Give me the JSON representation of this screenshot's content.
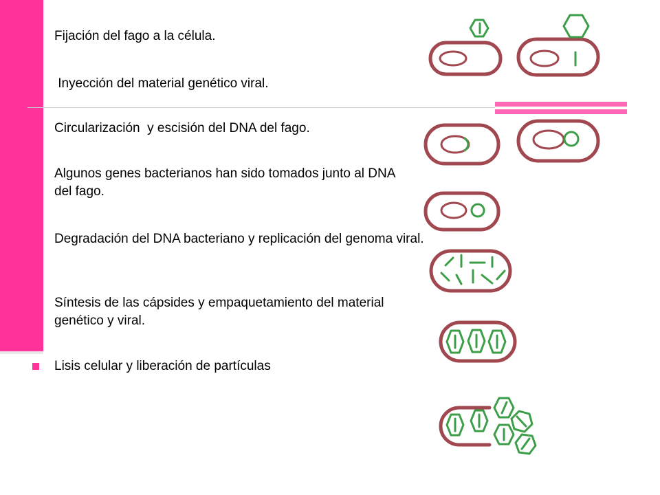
{
  "steps": [
    "Fijación del fago a la  célula.",
    " Inyección del material genético viral.",
    "Circularización  y escisión del DNA del fago.",
    "Algunos genes bacterianos han sido tomados junto al DNA del fago.",
    "Degradación del DNA bacteriano y replicación del genoma viral.",
    "Síntesis de las cápsides y empaquetamiento del material genético y viral.",
    "Lisis celular y liberación de partículas"
  ],
  "colors": {
    "accent": "#ff3399",
    "accent_light": "#ff66b3",
    "cell": "#a0474f",
    "phage": "#3d9e48"
  },
  "icons": {
    "bullet": "square-bullet-icon",
    "cell": "bacterial-cell-icon",
    "phage": "hexagon-phage-icon"
  }
}
